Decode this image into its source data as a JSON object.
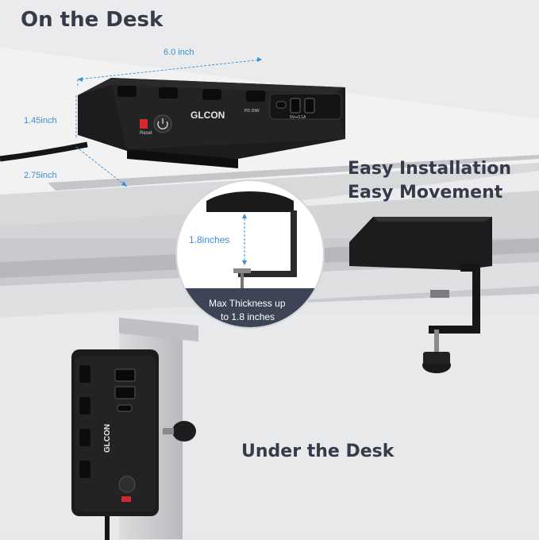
{
  "headings": {
    "on_desk": "On the Desk",
    "easy_install_line1": "Easy Installation",
    "easy_install_line2": "Easy Movement",
    "under_desk": "Under the Desk"
  },
  "dimensions": {
    "length": "6.0 inch",
    "height": "1.45inch",
    "depth": "2.75inch"
  },
  "clamp_detail": {
    "gap_label": "1.8inches",
    "caption_line1": "Max Thickness up",
    "caption_line2": "to 1.8 inches"
  },
  "device": {
    "brand": "GLCON",
    "reset_label": "Reset",
    "usb_c_label": "PD 20W",
    "usb_a_label": "5V⎓3.1A"
  },
  "colors": {
    "background": "#e6e7e9",
    "heading": "#353b49",
    "dimension_blue": "#3a8fd6",
    "device_black": "#1c1c1e",
    "caption_bg": "#3c4456"
  }
}
